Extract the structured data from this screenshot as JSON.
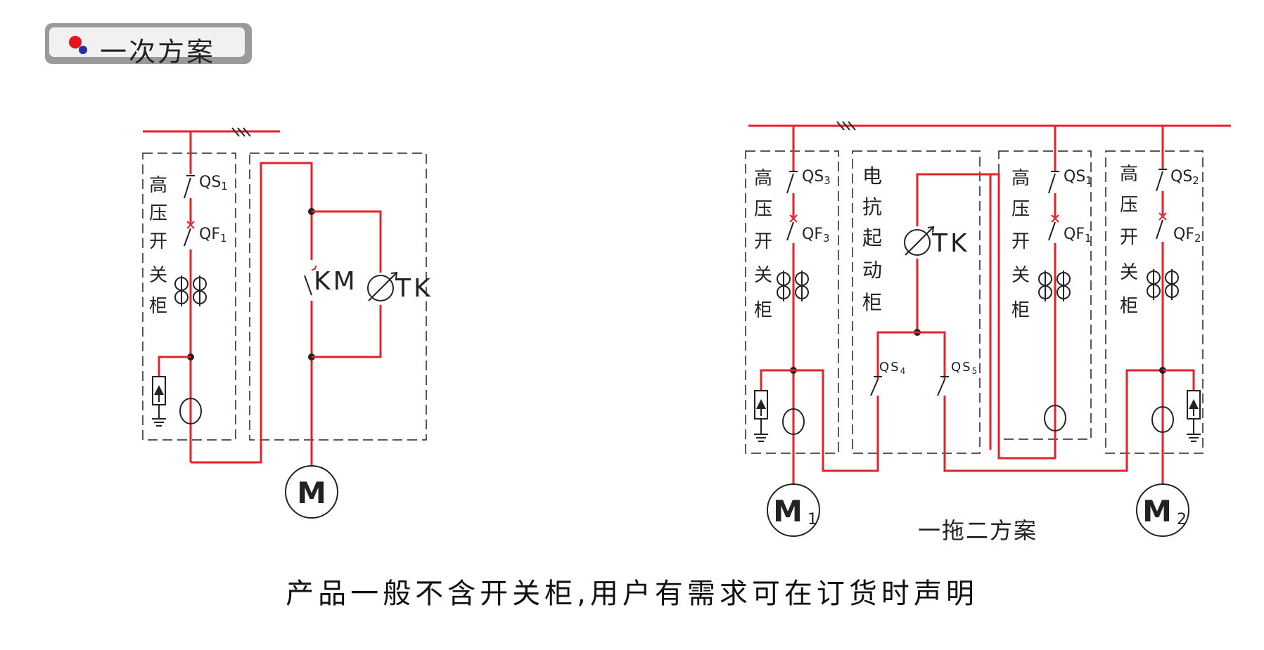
{
  "header": {
    "title": "一次方案",
    "dot_red": "#e8121a",
    "dot_blue": "#2530a0"
  },
  "colors": {
    "wire": "#e3232b",
    "frame": "#222222"
  },
  "left_diagram": {
    "cabinet_chars": [
      "高",
      "压",
      "开",
      "关",
      "柜"
    ],
    "qs": {
      "main": "QS",
      "sub": "1"
    },
    "qf": {
      "main": "QF",
      "sub": "1"
    },
    "km": "KM",
    "tk": "TK",
    "motor": "M"
  },
  "right_diagram": {
    "cabinet3_chars": [
      "高",
      "压",
      "开",
      "关",
      "柜"
    ],
    "cabinet3_qs": {
      "main": "QS",
      "sub": "3"
    },
    "cabinet3_qf": {
      "main": "QF",
      "sub": "3"
    },
    "reactor_chars": [
      "电",
      "抗",
      "起",
      "动",
      "柜"
    ],
    "reactor_tk": "TK",
    "qs4": {
      "main": "QS",
      "sub": "4"
    },
    "qs5": {
      "main": "QS",
      "sub": "5"
    },
    "cabinet1_chars": [
      "高",
      "压",
      "开",
      "关",
      "柜"
    ],
    "cabinet1_qs": {
      "main": "QS",
      "sub": "1"
    },
    "cabinet1_qf": {
      "main": "QF",
      "sub": "1"
    },
    "cabinet2_chars": [
      "高",
      "压",
      "开",
      "关",
      "柜"
    ],
    "cabinet2_qs": {
      "main": "QS",
      "sub": "2"
    },
    "cabinet2_qf": {
      "main": "QF",
      "sub": "2"
    },
    "motor1": {
      "main": "M",
      "sub": "1"
    },
    "motor2": {
      "main": "M",
      "sub": "2"
    },
    "caption": "一拖二方案"
  },
  "footer": {
    "note": "产品一般不含开关柜,用户有需求可在订货时声明"
  }
}
